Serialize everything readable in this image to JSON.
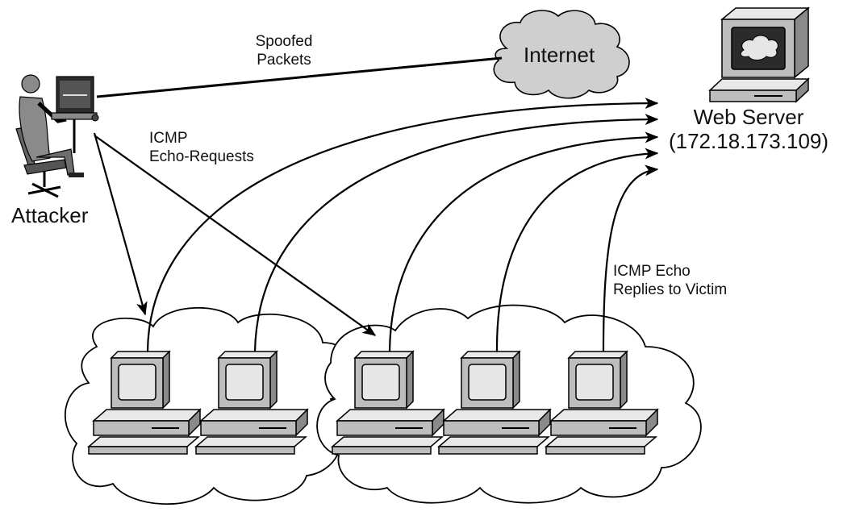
{
  "labels": {
    "spoofed_line1": "Spoofed",
    "spoofed_line2": "Packets",
    "internet": "Internet",
    "web_server": "Web Server",
    "web_server_ip": "(172.18.173.109)",
    "icmp_req_line1": "ICMP",
    "icmp_req_line2": "Echo-Requests",
    "attacker": "Attacker",
    "icmp_reply_line1": "ICMP Echo",
    "icmp_reply_line2": "Replies to Victim"
  },
  "icons": {
    "attacker": "person-at-computer-icon",
    "internet": "cloud-icon",
    "server": "web-server-icon",
    "computer": "desktop-computer-icon"
  },
  "colors": {
    "line": "#000000",
    "cloud_fill": "#cfcfcf",
    "network_cloud_fill": "#ffffff",
    "device_light": "#e8e8e8",
    "device_mid": "#bdbdbd",
    "device_dark": "#8a8a8a"
  },
  "network_computers": 5
}
